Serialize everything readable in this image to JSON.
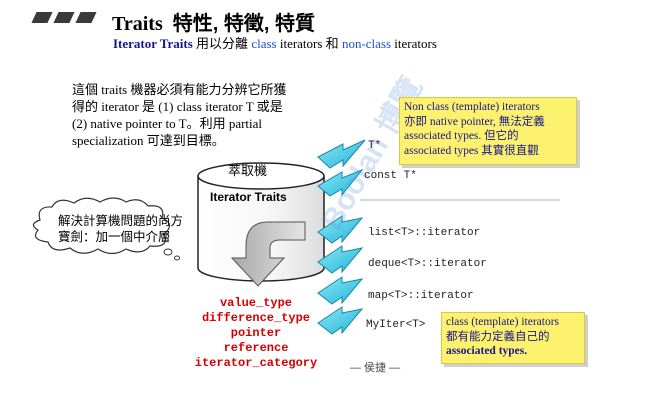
{
  "header": {
    "title": "Traits",
    "title_cjk": "特性, 特徵, 特質",
    "subtitle": {
      "part1": "Iterator Traits",
      "part2": " 用以分離 ",
      "part3": "class",
      "part4": " iterators 和 ",
      "part5": "non-class",
      "part6": " iterators"
    }
  },
  "intro_note": [
    "這個 traits 機器必須有能力分辨它所獲",
    "得的 iterator 是 (1) class iterator T 或是",
    "(2) native pointer to T。利用 partial",
    "specialization 可達到目標。"
  ],
  "machine": {
    "caption": "萃取機",
    "label": "Iterator Traits"
  },
  "thought_bubble": [
    "解決計算機問題的尚方",
    "寶劍：加一個中介層"
  ],
  "inputs": [
    {
      "name": "T*"
    },
    {
      "name": "const T*"
    },
    {
      "name": "list<T>::iterator"
    },
    {
      "name": "deque<T>::iterator"
    },
    {
      "name": "map<T>::iterator"
    },
    {
      "name": "MyIter<T>"
    }
  ],
  "outputs": [
    "value_type",
    "difference_type",
    "pointer",
    "reference",
    "iterator_category"
  ],
  "note_top": [
    "Non class (template) iterators",
    "亦即 native pointer, 無法定義",
    "associated types. 但它的",
    "associated types 其實很直觀"
  ],
  "note_bottom": [
    "class (template) iterators",
    "都有能力定義自己的",
    "associated types."
  ],
  "footer": "— 侯捷 —",
  "watermark": "Boolan 博覽",
  "colors": {
    "title_blue": "#16168a",
    "link_blue": "#2050d8",
    "output_red": "#d40000",
    "note_yellow": "#fdf26d",
    "arrow_cyan": "#3cc7e6"
  }
}
